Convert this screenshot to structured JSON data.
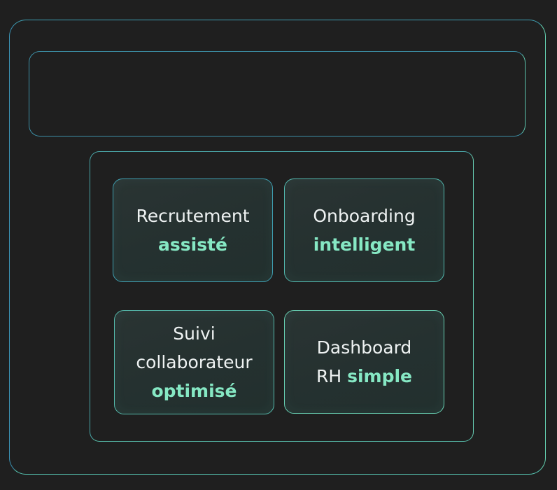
{
  "cards": [
    {
      "line1": "Recrutement",
      "accent": "assisté"
    },
    {
      "line1": "Onboarding",
      "accent": "intelligent"
    },
    {
      "line1": "Suivi",
      "line2": "collaborateur",
      "accent": "optimisé"
    },
    {
      "line1": "Dashboard",
      "line2_prefix": "RH",
      "accent": "simple"
    }
  ],
  "colors": {
    "background": "#1f1f1f",
    "frame_border": "#4fb8b0",
    "accent_text": "#86e8c4",
    "card_text": "#eef2f2"
  }
}
